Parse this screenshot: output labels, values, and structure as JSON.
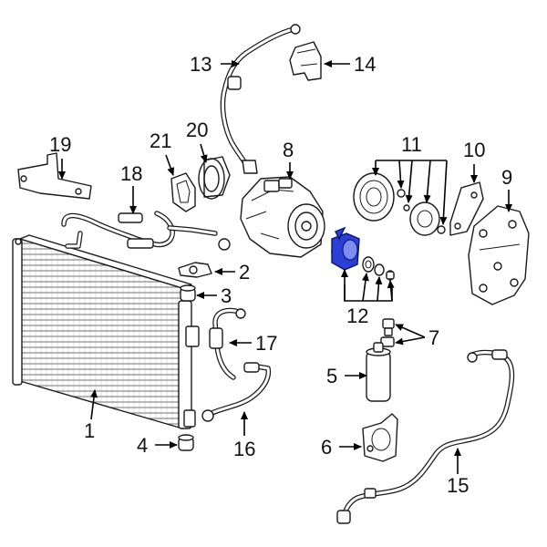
{
  "diagram": {
    "callouts": [
      {
        "id": "c1",
        "text": "1"
      },
      {
        "id": "c2",
        "text": "2"
      },
      {
        "id": "c3",
        "text": "3"
      },
      {
        "id": "c4",
        "text": "4"
      },
      {
        "id": "c5",
        "text": "5"
      },
      {
        "id": "c6",
        "text": "6"
      },
      {
        "id": "c7",
        "text": "7"
      },
      {
        "id": "c8",
        "text": "8"
      },
      {
        "id": "c9",
        "text": "9"
      },
      {
        "id": "c10",
        "text": "10"
      },
      {
        "id": "c11",
        "text": "11"
      },
      {
        "id": "c12",
        "text": "12"
      },
      {
        "id": "c13",
        "text": "13"
      },
      {
        "id": "c14",
        "text": "14"
      },
      {
        "id": "c15",
        "text": "15"
      },
      {
        "id": "c16",
        "text": "16"
      },
      {
        "id": "c17",
        "text": "17"
      },
      {
        "id": "c18",
        "text": "18"
      },
      {
        "id": "c19",
        "text": "19"
      },
      {
        "id": "c20",
        "text": "20"
      },
      {
        "id": "c21",
        "text": "21"
      }
    ],
    "highlighted_part": "12",
    "colors": {
      "line": "#1a1a1a",
      "highlight": "#2b3fd6",
      "background": "#ffffff"
    }
  }
}
